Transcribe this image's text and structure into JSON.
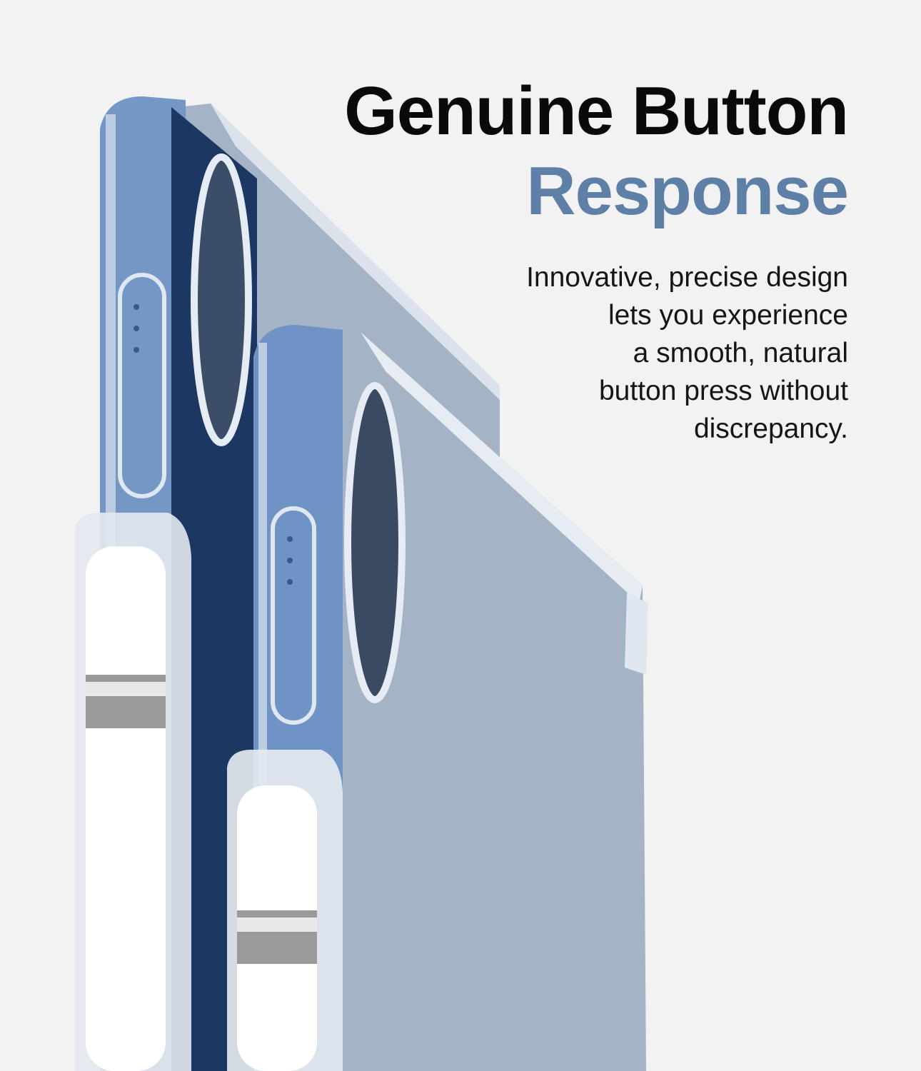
{
  "headline": {
    "line1": "Genuine Button",
    "line2": "Response"
  },
  "body_text": "Innovative, precise design\nlets you experience\na smooth, natural\nbutton press without\ndiscrepancy.",
  "colors": {
    "background": "#f2f2f2",
    "headline_dark": "#0a0a0a",
    "headline_accent": "#5e7fa6",
    "tablet_back": "#a4b3c6",
    "tablet_frame": "#6f93c4",
    "tablet_side_dark": "#1c3761"
  }
}
